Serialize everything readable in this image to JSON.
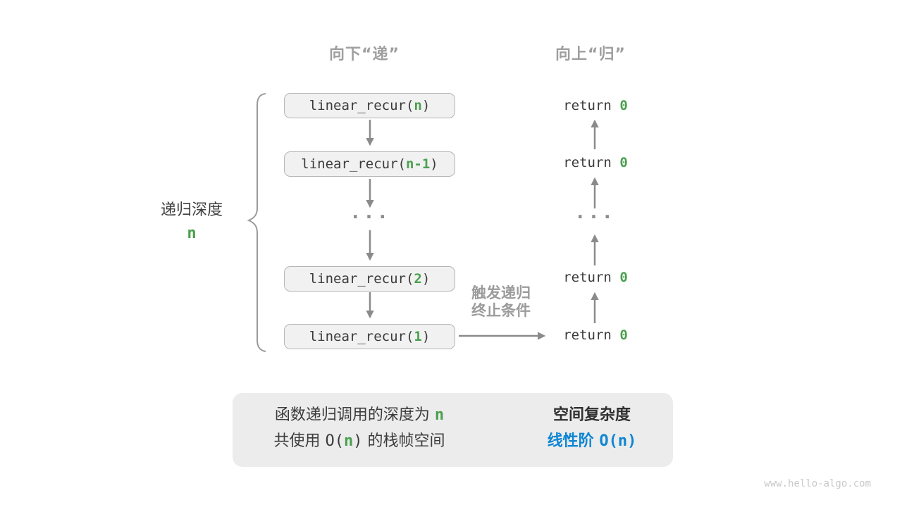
{
  "colors": {
    "green_accent": "#4aa04f",
    "blue_accent": "#0e86d3",
    "gray_label": "#9e9e9e",
    "arrow_gray": "#8b8b8b",
    "box_background": "#f1f1f1",
    "panel_background": "#ececec"
  },
  "headers": {
    "descend": "向下“递”",
    "ascend": "向上“归”"
  },
  "depth": {
    "label": "递归深度",
    "value": "n"
  },
  "stack": {
    "boxes": [
      {
        "pre": "linear_recur(",
        "arg": "n",
        "post": ")"
      },
      {
        "pre": "linear_recur(",
        "arg": "n-1",
        "post": ")"
      },
      {
        "pre": "linear_recur(",
        "arg": "2",
        "post": ")"
      },
      {
        "pre": "linear_recur(",
        "arg": "1",
        "post": ")"
      }
    ],
    "ellipsis": "···"
  },
  "returns": {
    "rows": [
      {
        "keyword": "return ",
        "value": "0"
      },
      {
        "keyword": "return ",
        "value": "0"
      },
      {
        "keyword": "return ",
        "value": "0"
      },
      {
        "keyword": "return ",
        "value": "0"
      }
    ],
    "ellipsis": "···"
  },
  "trigger": {
    "line1": "触发递归",
    "line2": "终止条件"
  },
  "summary": {
    "line1_text": "函数递归调用的深度为 ",
    "line1_var": "n",
    "line2_pre": "共使用 ",
    "line2_expr_open": "O(",
    "line2_expr_var": "n",
    "line2_expr_close": ")",
    "line2_post": " 的栈帧空间",
    "conclusion_title": "空间复杂度",
    "conclusion_label": "线性阶 ",
    "conclusion_expr": "O(n)"
  },
  "watermark": "www.hello-algo.com"
}
